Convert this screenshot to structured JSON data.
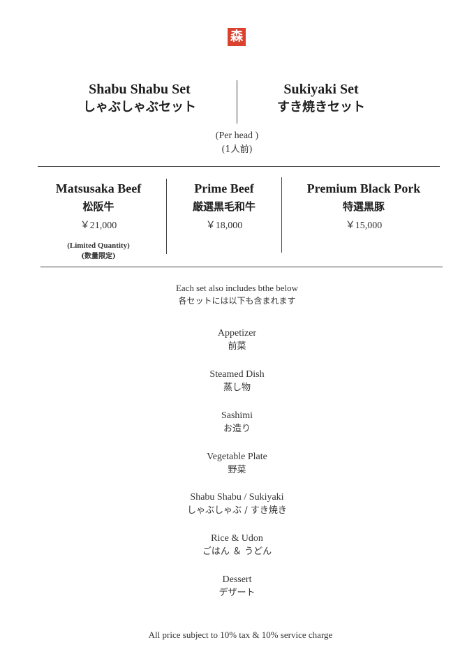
{
  "logo": {
    "glyph": "森",
    "color": "#d9422f",
    "icon": "seal-logo-icon"
  },
  "sets": [
    {
      "en": "Shabu Shabu Set",
      "jp": "しゃぶしゃぶセット"
    },
    {
      "en": "Sukiyaki Set",
      "jp": "すき焼きセット"
    }
  ],
  "per_head": {
    "en": "(Per head )",
    "jp": "(1人前)"
  },
  "meats": [
    {
      "en": "Matsusaka Beef",
      "jp": "松阪牛",
      "price": "￥21,000",
      "note_en": "(Limited Quantity)",
      "note_jp": "(数量限定)"
    },
    {
      "en": "Prime Beef",
      "jp": "厳選黒毛和牛",
      "price": "￥18,000"
    },
    {
      "en": "Premium Black Pork",
      "jp": "特選黒豚",
      "price": "￥15,000"
    }
  ],
  "includes": {
    "en": "Each set also includes bthe below",
    "jp": "各セットには以下も含まれます"
  },
  "courses": [
    {
      "en": "Appetizer",
      "jp": "前菜"
    },
    {
      "en": "Steamed Dish",
      "jp": "蒸し物"
    },
    {
      "en": "Sashimi",
      "jp": "お造り"
    },
    {
      "en": "Vegetable Plate",
      "jp": "野菜"
    },
    {
      "en": "Shabu Shabu / Sukiyaki",
      "jp": "しゃぶしゃぶ  / すき焼き"
    },
    {
      "en": "Rice & Udon",
      "jp": "ごはん ＆ うどん"
    },
    {
      "en": "Dessert",
      "jp": "デザート"
    }
  ],
  "footer": "All price subject to 10% tax & 10% service charge"
}
